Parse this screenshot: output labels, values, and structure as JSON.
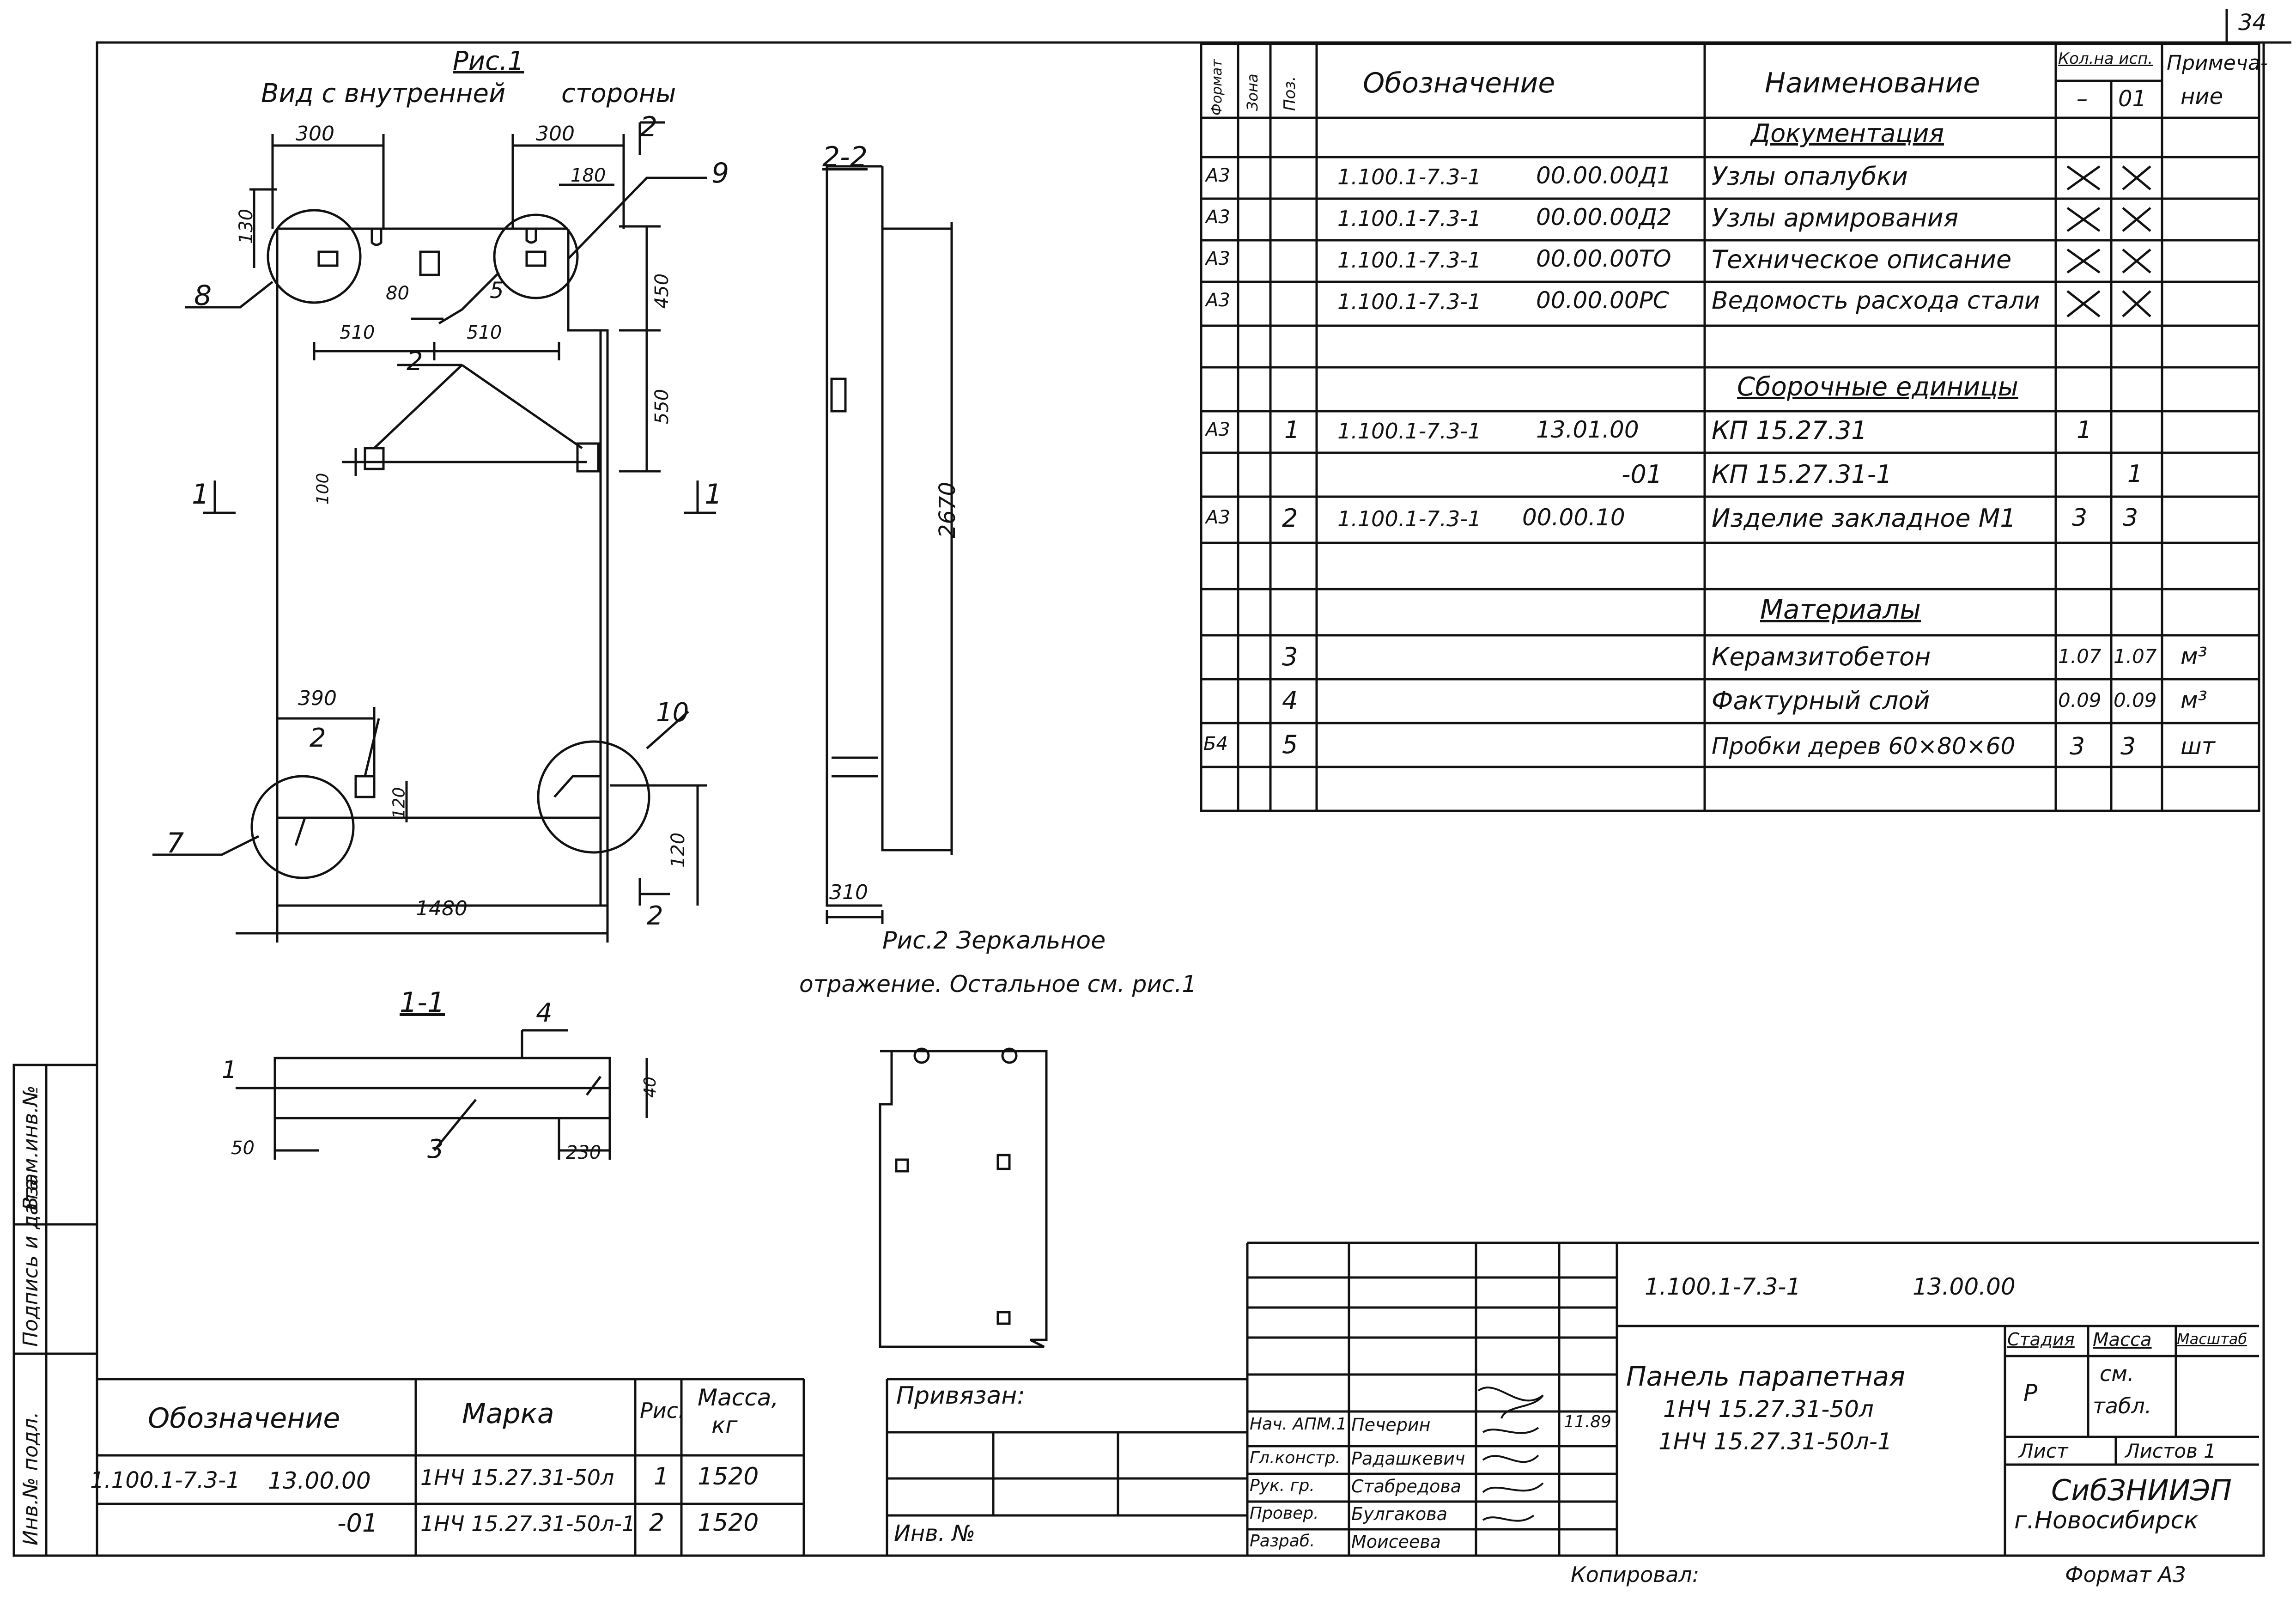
{
  "sheet_number": "34",
  "fig1": {
    "title": "Рис.1",
    "subtitle": "Вид с внутренней",
    "subtitle2": "стороны",
    "dims": [
      "300",
      "300",
      "130",
      "180",
      "450",
      "550",
      "80",
      "510",
      "510",
      "100",
      "390",
      "120",
      "120",
      "1480",
      "2670",
      "310",
      "40",
      "50",
      "230"
    ],
    "labels": [
      "1",
      "1",
      "2",
      "2",
      "2",
      "3",
      "4",
      "5",
      "7",
      "8",
      "9",
      "10"
    ]
  },
  "section_22": "2-2",
  "section_11": "1-1",
  "fig2_caption_1": "Рис.2  Зеркальное",
  "fig2_caption_2": "отражение. Остальное  см. рис.1",
  "spec": {
    "headers": {
      "format": "Формат",
      "zone": "Зона",
      "pos": "Поз.",
      "designation": "Обозначение",
      "name": "Наименование",
      "qty": "Кол.на исп.",
      "qty_a": "–",
      "qty_b": "01",
      "note1": "Примеча-",
      "note2": "ние"
    },
    "rows": [
      {
        "fmt": "",
        "zone": "",
        "pos": "",
        "code": "",
        "sub": "",
        "name": "Документация",
        "header": true,
        "q1": "",
        "q2": "",
        "note": ""
      },
      {
        "fmt": "А3",
        "zone": "",
        "pos": "",
        "code": "1.100.1-7.3-1",
        "sub": "00.00.00Д1",
        "name": "Узлы опалубки",
        "header": false,
        "q1": "✕",
        "q2": "✕",
        "note": ""
      },
      {
        "fmt": "А3",
        "zone": "",
        "pos": "",
        "code": "1.100.1-7.3-1",
        "sub": "00.00.00Д2",
        "name": "Узлы армирования",
        "header": false,
        "q1": "✕",
        "q2": "✕",
        "note": ""
      },
      {
        "fmt": "А3",
        "zone": "",
        "pos": "",
        "code": "1.100.1-7.3-1",
        "sub": "00.00.00ТО",
        "name": "Техническое описание",
        "header": false,
        "q1": "✕",
        "q2": "✕",
        "note": ""
      },
      {
        "fmt": "А3",
        "zone": "",
        "pos": "",
        "code": "1.100.1-7.3-1",
        "sub": "00.00.00РС",
        "name": "Ведомость расхода стали",
        "header": false,
        "q1": "✕",
        "q2": "✕",
        "note": ""
      },
      {
        "fmt": "",
        "zone": "",
        "pos": "",
        "code": "",
        "sub": "",
        "name": "",
        "header": false,
        "q1": "",
        "q2": "",
        "note": ""
      },
      {
        "fmt": "",
        "zone": "",
        "pos": "",
        "code": "",
        "sub": "",
        "name": "Сборочные единицы",
        "header": true,
        "q1": "",
        "q2": "",
        "note": ""
      },
      {
        "fmt": "А3",
        "zone": "",
        "pos": "1",
        "code": "1.100.1-7.3-1",
        "sub": "13.01.00",
        "name": "КП 15.27.31",
        "header": false,
        "q1": "1",
        "q2": "",
        "note": ""
      },
      {
        "fmt": "",
        "zone": "",
        "pos": "",
        "code": "",
        "sub": "-01",
        "name": "КП 15.27.31-1",
        "header": false,
        "q1": "",
        "q2": "1",
        "note": ""
      },
      {
        "fmt": "А3",
        "zone": "",
        "pos": "2",
        "code": "1.100.1-7.3-1",
        "sub": "00.00.10",
        "name": "Изделие закладное М1",
        "header": false,
        "q1": "3",
        "q2": "3",
        "note": ""
      },
      {
        "fmt": "",
        "zone": "",
        "pos": "",
        "code": "",
        "sub": "",
        "name": "",
        "header": false,
        "q1": "",
        "q2": "",
        "note": ""
      },
      {
        "fmt": "",
        "zone": "",
        "pos": "",
        "code": "",
        "sub": "",
        "name": "Материалы",
        "header": true,
        "q1": "",
        "q2": "",
        "note": ""
      },
      {
        "fmt": "",
        "zone": "",
        "pos": "3",
        "code": "",
        "sub": "",
        "name": "Керамзитобетон",
        "header": false,
        "q1": "1.07",
        "q2": "1.07",
        "note": "м³"
      },
      {
        "fmt": "",
        "zone": "",
        "pos": "4",
        "code": "",
        "sub": "",
        "name": "Фактурный слой",
        "header": false,
        "q1": "0.09",
        "q2": "0.09",
        "note": "м³"
      },
      {
        "fmt": "Б4",
        "zone": "",
        "pos": "5",
        "code": "",
        "sub": "",
        "name": "Пробки дерев  60×80×60",
        "header": false,
        "q1": "3",
        "q2": "3",
        "note": "шт"
      },
      {
        "fmt": "",
        "zone": "",
        "pos": "",
        "code": "",
        "sub": "",
        "name": "",
        "header": false,
        "q1": "",
        "q2": "",
        "note": ""
      }
    ]
  },
  "marks_table": {
    "h_designation": "Обозначение",
    "h_mark": "Марка",
    "h_fig": "Рис.",
    "h_mass": "Масса,",
    "h_mass2": "кг",
    "rows": [
      {
        "code": "1.100.1-7.3-1",
        "sub": "13.00.00",
        "mark": "1НЧ 15.27.31-50л",
        "fig": "1",
        "mass": "1520"
      },
      {
        "code": "",
        "sub": "-01",
        "mark": "1НЧ 15.27.31-50л-1",
        "fig": "2",
        "mass": "1520"
      }
    ]
  },
  "binding": {
    "label": "Привязан:",
    "inv": "Инв. №"
  },
  "side_stamp": [
    "Взам.инв.№",
    "Подпись и дата",
    "Инв.№ подл."
  ],
  "title_block": {
    "doc_code": "1.100.1-7.3-1",
    "doc_sub": "13.00.00",
    "title1": "Панель парапетная",
    "title2": "1НЧ 15.27.31-50л",
    "title3": "1НЧ 15.27.31-50л-1",
    "stage_h": "Стадия",
    "mass_h": "Масса",
    "scale_h": "Масштаб",
    "stage": "Р",
    "mass1": "см.",
    "mass2": "табл.",
    "sheet_h": "Лист",
    "sheets_h": "Листов 1",
    "org1": "СибЗНИИЭП",
    "org2": "г.Новосибирск",
    "people": [
      {
        "role": "Нач. АПМ.1",
        "name": "Печерин",
        "date": "11.89"
      },
      {
        "role": "Гл.констр.",
        "name": "Радашкевич",
        "date": ""
      },
      {
        "role": "Рук. гр.",
        "name": "Стабредова",
        "date": ""
      },
      {
        "role": "Провер.",
        "name": "Булгакова",
        "date": ""
      },
      {
        "role": "Разраб.",
        "name": "Моисеева",
        "date": ""
      }
    ]
  },
  "copied": "Копировал:",
  "format": "Формат А3"
}
